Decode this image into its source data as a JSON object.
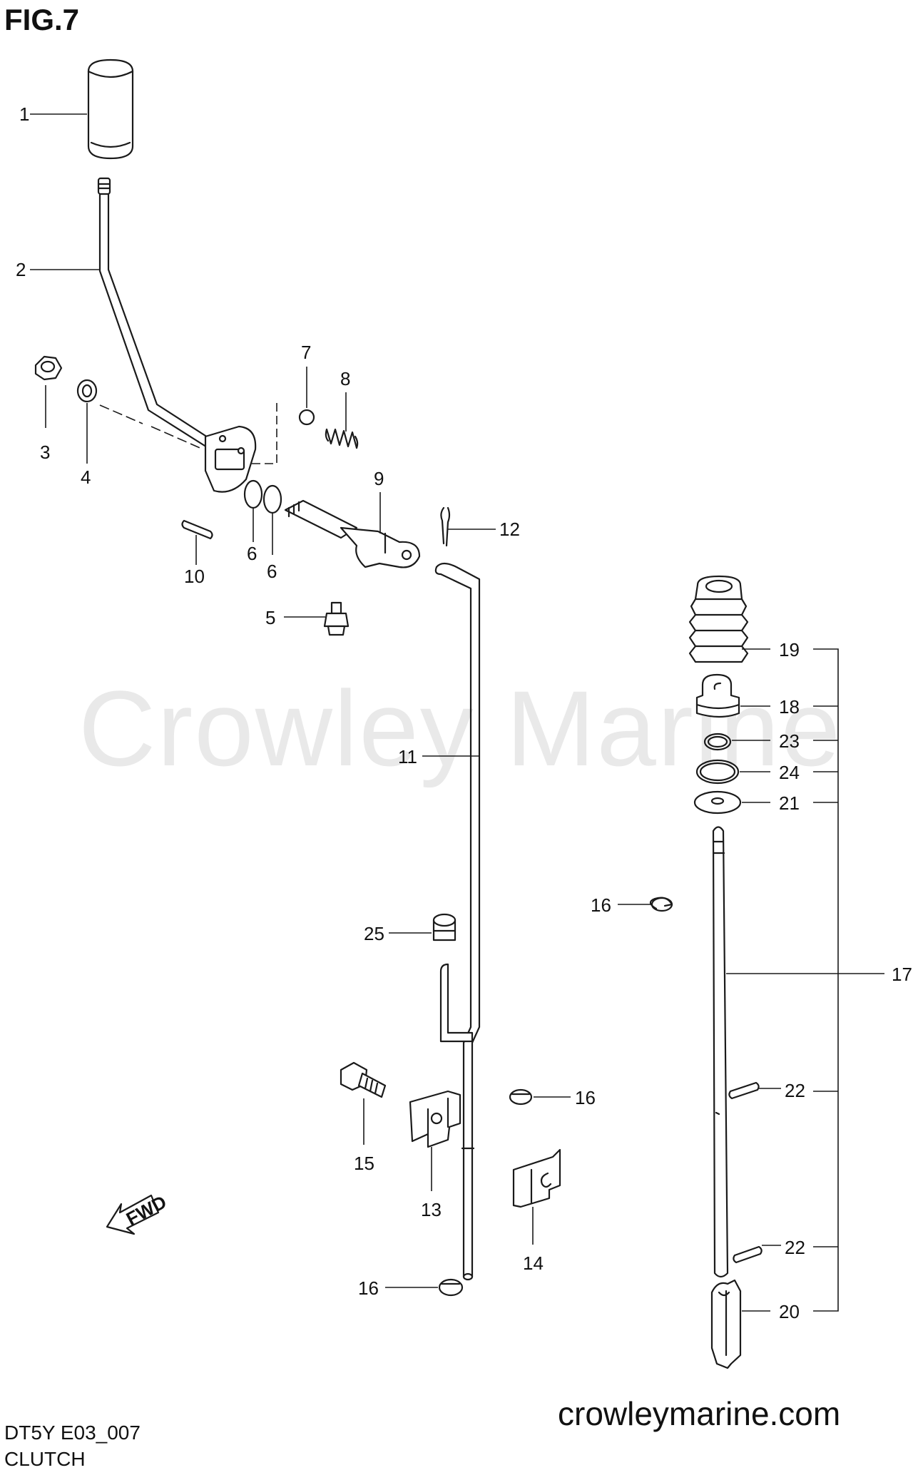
{
  "figure": {
    "title": "FIG.7",
    "watermark": "Crowley Marine",
    "website": "crowleymarine.com",
    "diagram_code": "DT5Y E03_007",
    "section": "CLUTCH",
    "fwd_marker": "FWD"
  },
  "callouts": {
    "c1": "1",
    "c2": "2",
    "c3": "3",
    "c4": "4",
    "c5": "5",
    "c6a": "6",
    "c6b": "6",
    "c7": "7",
    "c8": "8",
    "c9": "9",
    "c10": "10",
    "c11": "11",
    "c12": "12",
    "c13": "13",
    "c14": "14",
    "c15": "15",
    "c16a": "16",
    "c16b": "16",
    "c16c": "16",
    "c17": "17",
    "c18": "18",
    "c19": "19",
    "c20": "20",
    "c21": "21",
    "c22a": "22",
    "c22b": "22",
    "c23": "23",
    "c24": "24",
    "c25": "25"
  },
  "colors": {
    "line": "#1a1a1a",
    "watermark": "#e9e9e9",
    "background": "#ffffff"
  }
}
